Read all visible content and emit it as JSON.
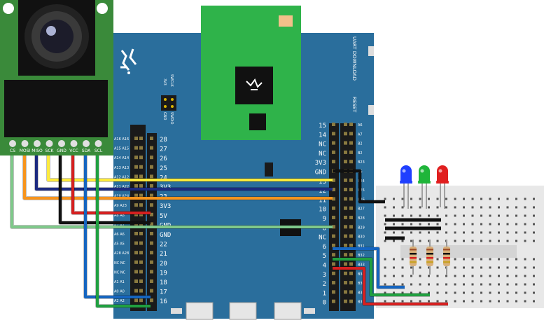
{
  "camera_module": {
    "pins": [
      "CS",
      "MOSI",
      "MISO",
      "SCK",
      "GND",
      "VCC",
      "SDA",
      "SCL"
    ]
  },
  "board": {
    "buttons": {
      "uart_download": "UART DOWNLOAD",
      "reset": "RESET"
    },
    "top_header": [
      "3V3",
      "SWCLK",
      "GND",
      "SWDIO"
    ],
    "left_inner_labels": [
      "28",
      "27",
      "26",
      "25",
      "24",
      "3V3",
      "23",
      "3V3",
      "5V",
      "GND",
      "GND",
      "22",
      "21",
      "20",
      "19",
      "18",
      "17",
      "16"
    ],
    "left_outer_labels": [
      "A16 A16",
      "A15 A15",
      "A14 A14",
      "A13 A13",
      "A12 A12",
      "A11 A22",
      "A10 A24",
      "A9 A23",
      "A8 A8",
      "A7 A7",
      "A6 A6",
      "A5 A5",
      "A28 A28",
      "NC NC",
      "NC NC",
      "A1 A1",
      "A0 A0",
      "A2 A2"
    ],
    "right_inner_labels": [
      "15",
      "14",
      "NC",
      "NC",
      "3V3",
      "GND",
      "13",
      "12",
      "11",
      "10",
      "9",
      "8",
      "NC",
      "6",
      "5",
      "4",
      "3",
      "2",
      "1",
      "0"
    ],
    "right_outer_labels": [
      "A6",
      "A7",
      "B2",
      "B2",
      "B23",
      "B6",
      "B24",
      "B25",
      "B26",
      "B27",
      "B28",
      "B29",
      "B30",
      "B31",
      "B32",
      "B33",
      "B34",
      "B35",
      "B36",
      "B37"
    ]
  },
  "leds": [
    {
      "name": "blue",
      "color": "#1f3fff"
    },
    {
      "name": "green",
      "color": "#1fb53a"
    },
    {
      "name": "red",
      "color": "#e01f1f"
    }
  ],
  "colors": {
    "board": "#2a6e9c",
    "wifi_module": "#2fb34a",
    "camera_pcb": "#3a8a3a",
    "breadboard": "#e8e8e8",
    "wire_yellow": "#ffeb3b",
    "wire_navy": "#1c2a80",
    "wire_orange": "#f7941d",
    "wire_red": "#d62020",
    "wire_black": "#111111",
    "wire_mint": "#7fc98a",
    "wire_blue": "#1565c0",
    "wire_green": "#20a040"
  }
}
